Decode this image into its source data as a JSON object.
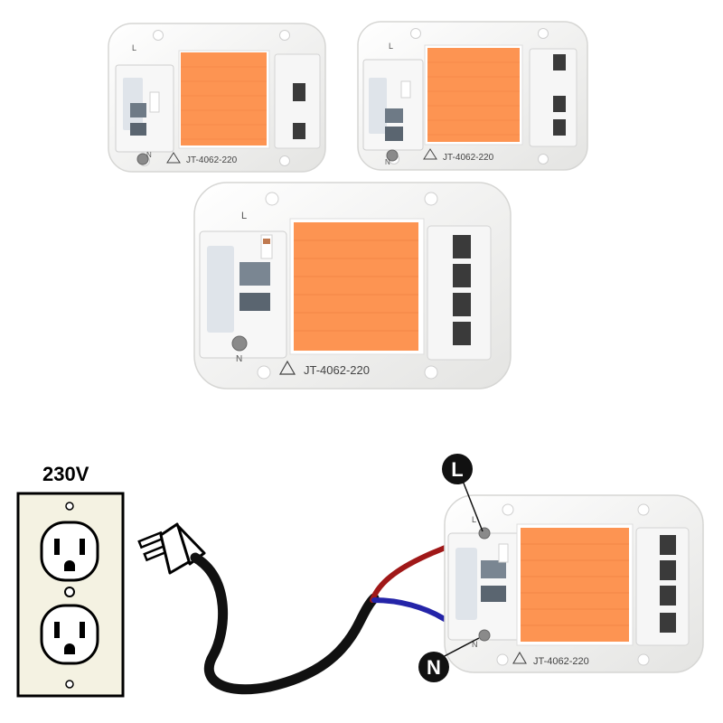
{
  "colors": {
    "led_orange": "#fd9452",
    "led_grid": "#e8763a",
    "board_white": "#f2f2f0",
    "live_wire": "#a01818",
    "neutral_wire": "#2424a8",
    "cord": "#111111",
    "outlet_plate": "#f4f2e2",
    "terminal_marker": "#111111"
  },
  "modules": [
    {
      "model": "JT-4062-220",
      "live_mark": "L",
      "neutral_mark": "N"
    },
    {
      "model": "JT-4062-220",
      "live_mark": "L",
      "neutral_mark": "N"
    },
    {
      "model": "JT-4062-220",
      "live_mark": "L",
      "neutral_mark": "N"
    },
    {
      "model": "JT-4062-220",
      "live_mark": "L",
      "neutral_mark": "N"
    }
  ],
  "wiring": {
    "voltage_label": "230V",
    "live_terminal": "L",
    "neutral_terminal": "N"
  },
  "icons": {
    "outlet": "power-outlet-icon",
    "plug": "two-prong-plug-icon",
    "warning": "high-voltage-warning-icon"
  }
}
